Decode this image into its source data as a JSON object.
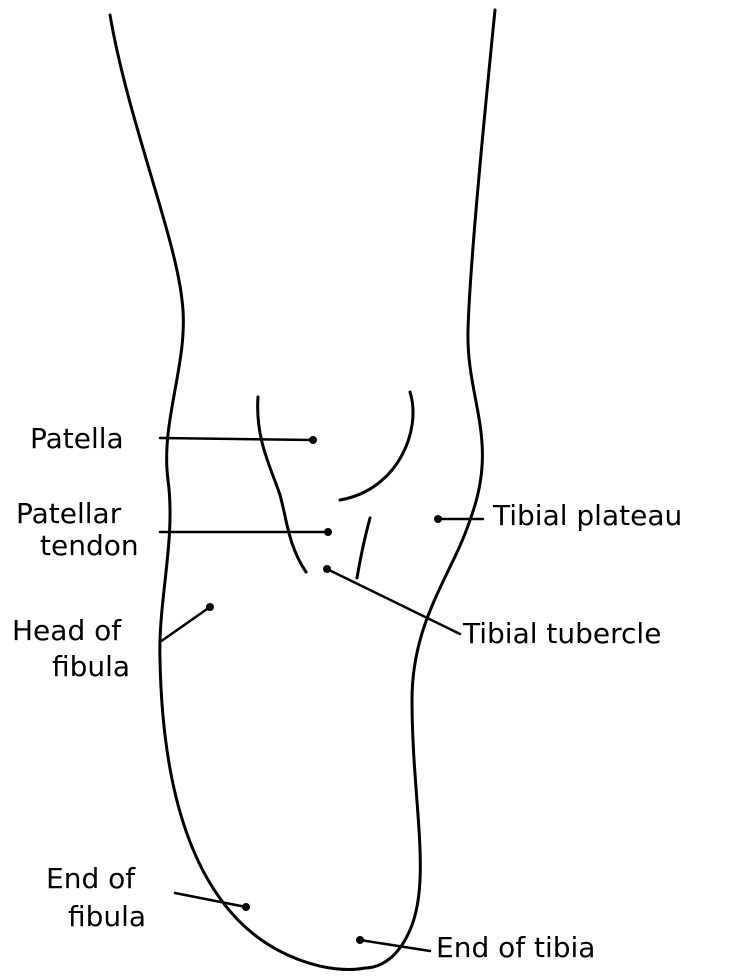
{
  "labels": {
    "patella": "Patella",
    "patellar_tendon_line1": "Patellar",
    "patellar_tendon_line2": "tendon",
    "tibial_plateau": "Tibial plateau",
    "head_of_fibula_line1": "Head of",
    "head_of_fibula_line2": "fibula",
    "tibial_tubercle": "Tibial tubercle",
    "end_of_fibula_line1": "End of",
    "end_of_fibula_line2": "fibula",
    "end_of_tibia": "End of tibia"
  },
  "colors": {
    "ink": "#000000",
    "background": "#ffffff"
  }
}
